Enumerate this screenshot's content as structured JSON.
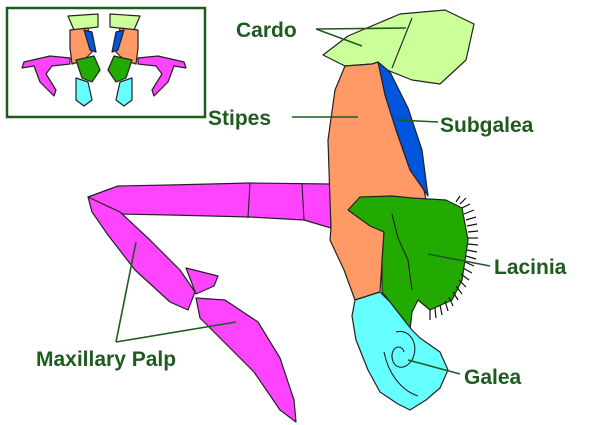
{
  "labels": {
    "cardo": "Cardo",
    "stipes": "Stipes",
    "subgalea": "Subgalea",
    "lacinia": "Lacinia",
    "maxillary_palp": "Maxillary Palp",
    "galea": "Galea"
  },
  "colors": {
    "cardo": "#ccff99",
    "stipes": "#ff9966",
    "subgalea": "#0055dd",
    "lacinia": "#22aa00",
    "maxillary_palp": "#ff44ff",
    "galea": "#66ffff",
    "label_text": "#1f5a1f",
    "inset_border": "#1f5a1f"
  },
  "inset": {
    "description_icon": "maxilla-pair-thumbnail"
  }
}
